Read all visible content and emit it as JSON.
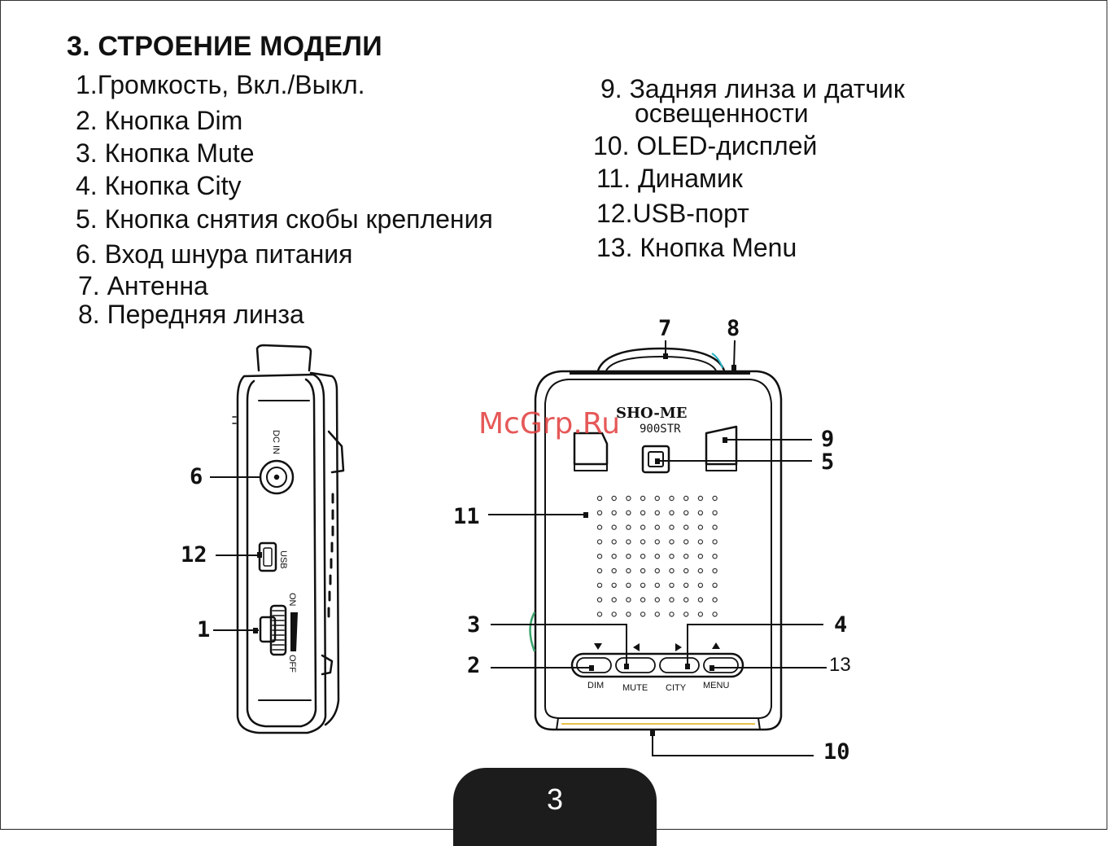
{
  "heading": "3. СТРОЕНИЕ МОДЕЛИ",
  "parts_left": [
    "1.Громкость, Вкл./Выкл.",
    "2. Кнопка Dim",
    "3. Кнопка Mute",
    "4. Кнопка City",
    "5. Кнопка снятия скобы крепления",
    "6. Вход шнура питания",
    "7. Антенна",
    "8. Передняя линза"
  ],
  "parts_right": {
    "item9_line1": "9. Задняя линза и датчик",
    "item9_line2": "освещенности",
    "item10": "10. OLED-дисплей",
    "item11": "11. Динамик",
    "item12": "12.USB-порт",
    "item13": "13. Кнопка Menu"
  },
  "side_view": {
    "dc_label": "DC IN",
    "usb_label": "USB",
    "on_label": "ON",
    "off_label": "OFF",
    "callouts": {
      "c6": "6",
      "c12": "12",
      "c1": "1"
    }
  },
  "front_view": {
    "brand": "SHO-ME",
    "model": "900STR",
    "buttons": {
      "dim": "DIM",
      "mute": "MUTE",
      "city": "CITY",
      "menu": "MENU"
    },
    "callouts": {
      "c7": "7",
      "c8": "8",
      "c9": "9",
      "c5": "5",
      "c11": "11",
      "c3": "3",
      "c4": "4",
      "c2": "2",
      "c13": "13",
      "c10": "10"
    }
  },
  "watermark": "McGrp.Ru",
  "page_number": "3"
}
